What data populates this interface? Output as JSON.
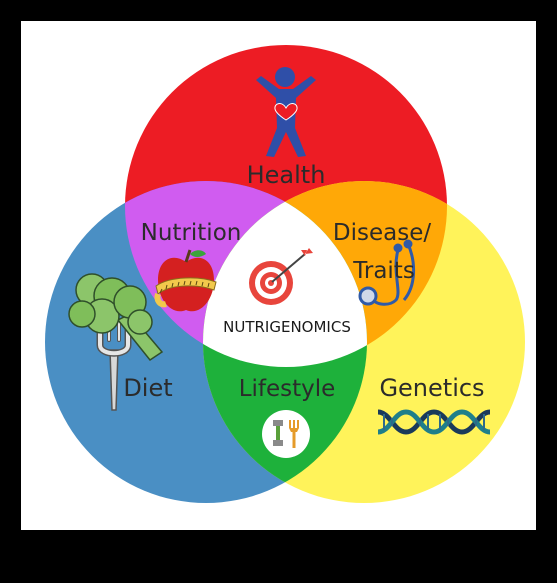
{
  "diagram": {
    "sets": {
      "health": {
        "label": "Health",
        "color": "#ed1c24"
      },
      "diet": {
        "label": "Diet",
        "color": "#4a8fc4"
      },
      "genetics": {
        "label": "Genetics",
        "color": "#fff35a"
      }
    },
    "overlaps": {
      "health_diet": {
        "label": "Nutrition",
        "color": "#d05cf0"
      },
      "health_genetics": {
        "label": "Disease/ Traits",
        "line1": "Disease/",
        "line2": "Traits",
        "color": "#ffa807"
      },
      "diet_genetics": {
        "label": "Lifestyle",
        "color": "#1eb13b"
      }
    },
    "center": {
      "label": "NUTRIGENOMICS",
      "color": "#ffffff"
    },
    "icons": {
      "health": "person-heart-icon",
      "nutrition": "apple-measuring-tape-icon",
      "disease": "stethoscope-icon",
      "center": "target-arrow-icon",
      "diet": "broccoli-fork-icon",
      "lifestyle": "dumbbell-utensils-icon",
      "genetics": "dna-helix-icon"
    }
  }
}
